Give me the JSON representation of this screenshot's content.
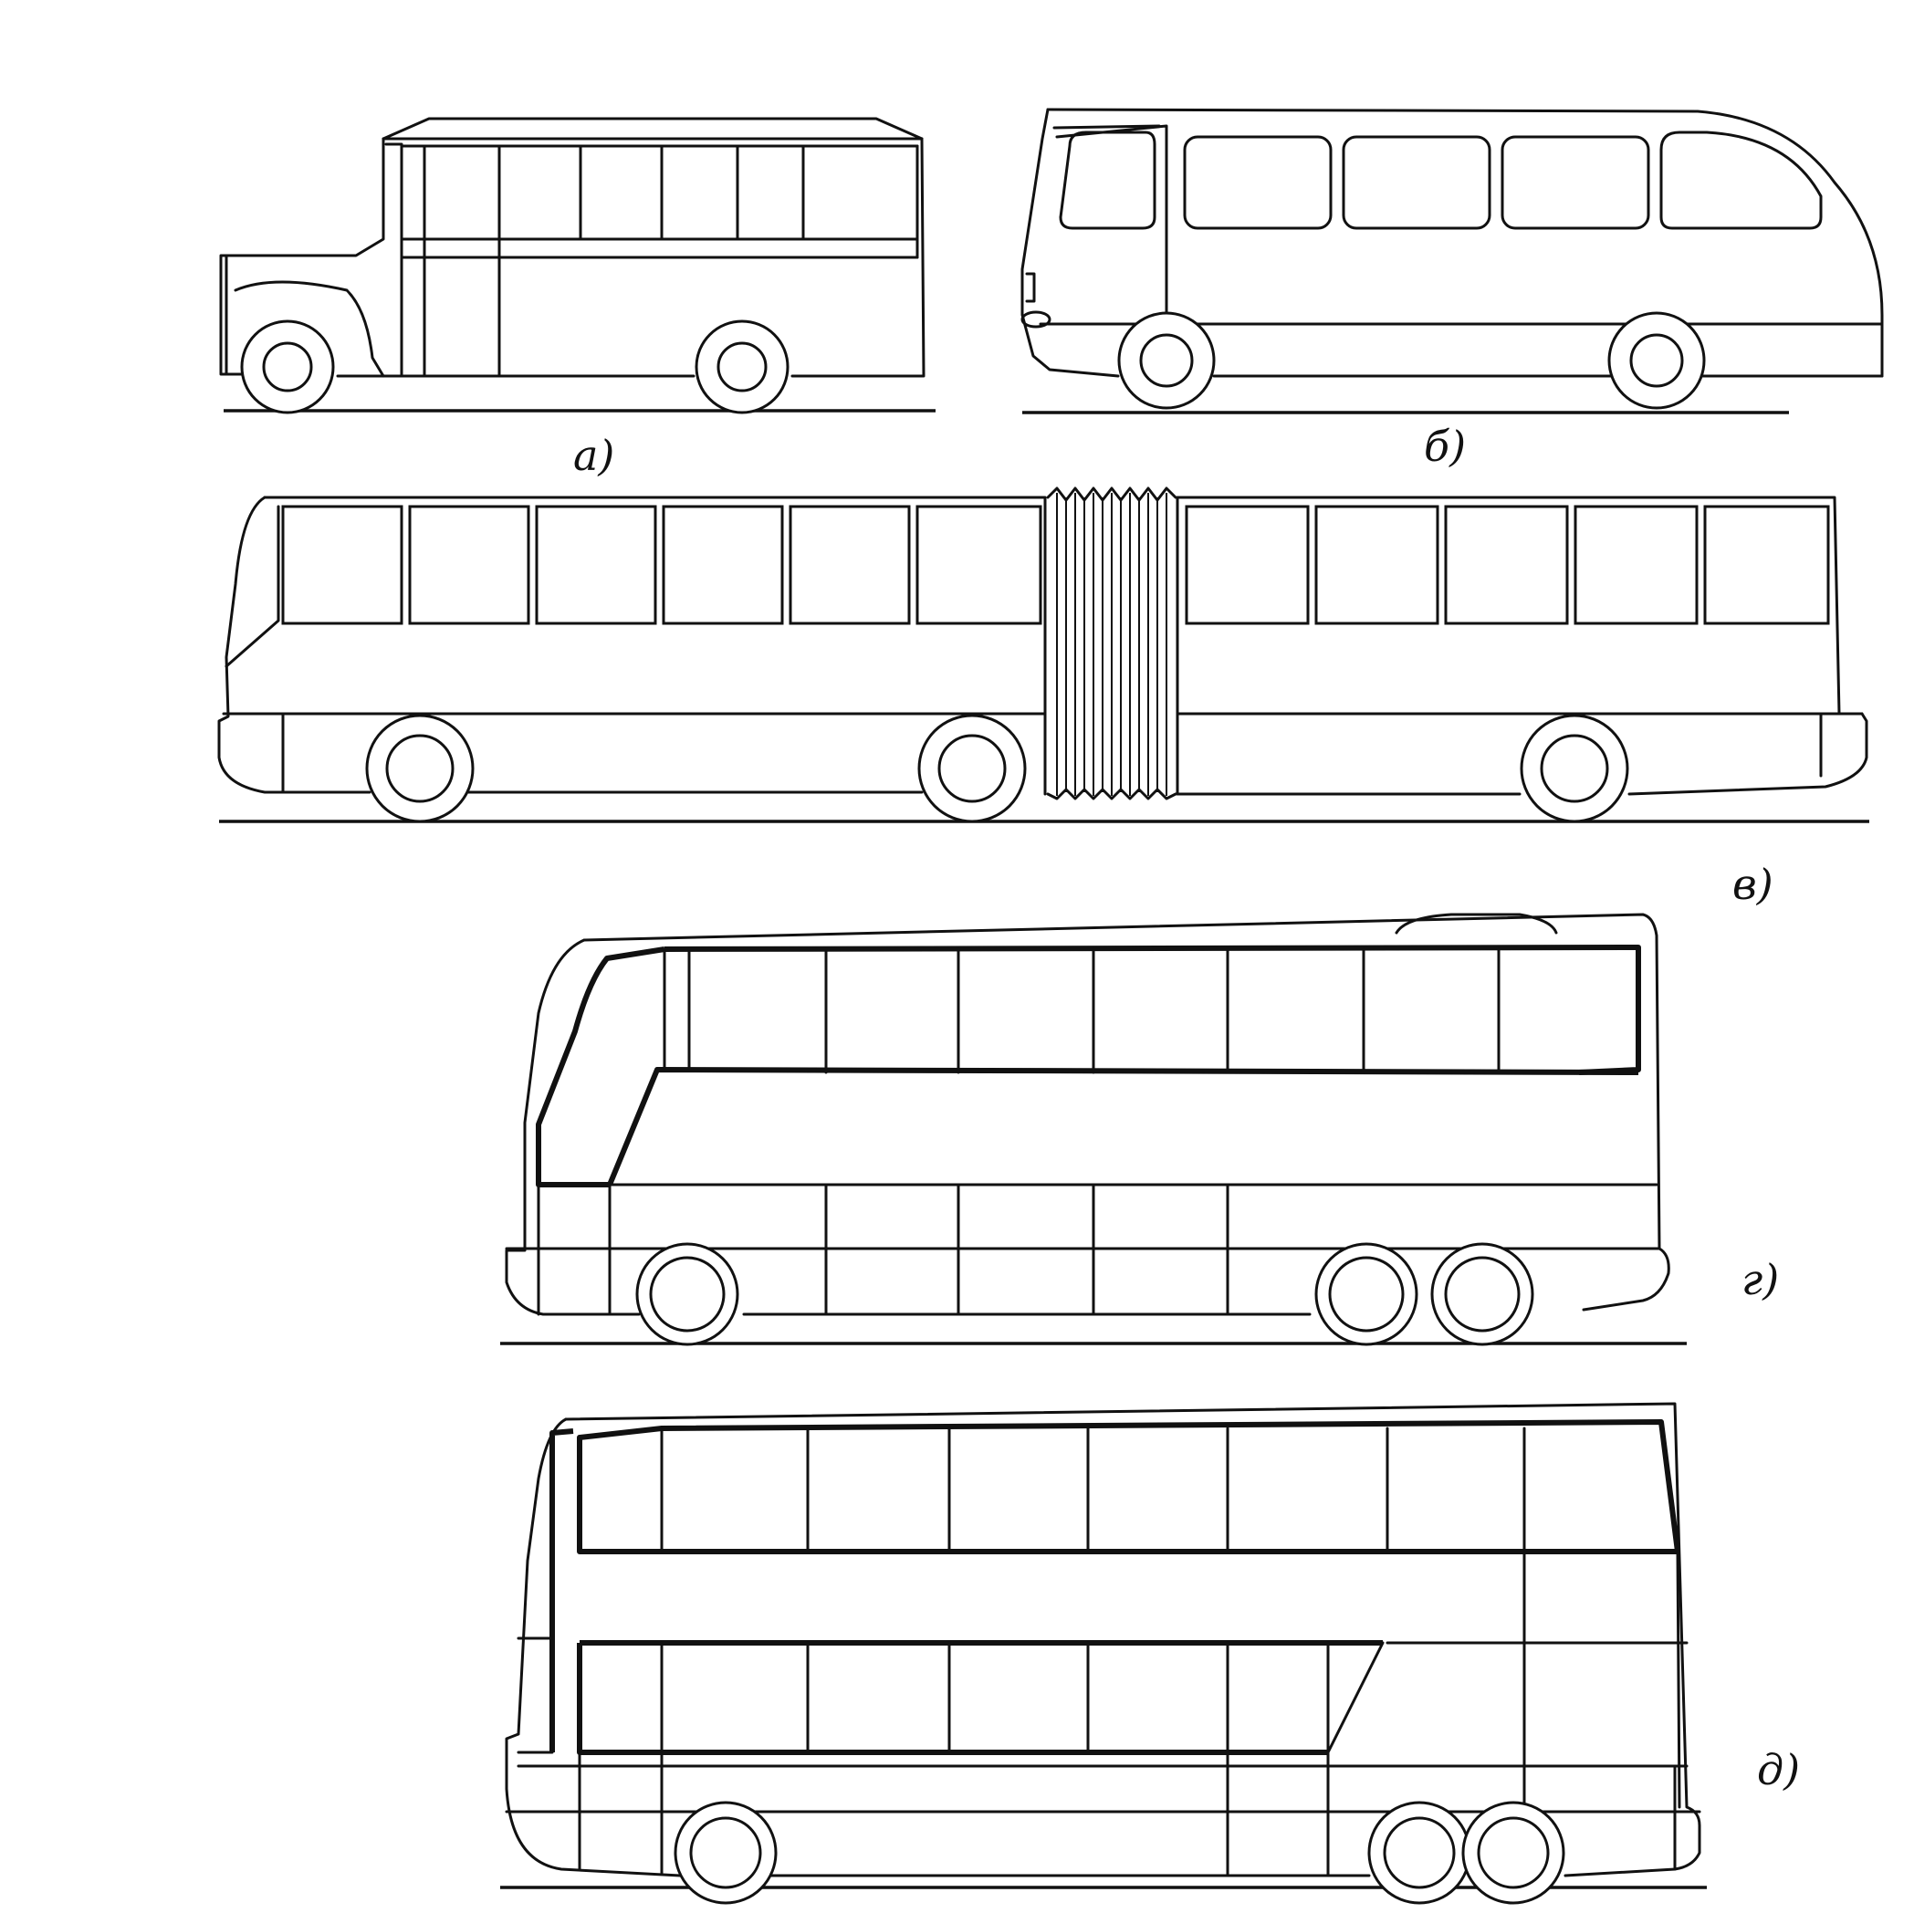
{
  "labels": {
    "a": "а)",
    "b": "б)",
    "v": "в)",
    "g": "г)",
    "d": "д)"
  },
  "colors": {
    "line": "#111111",
    "background": "#ffffff"
  }
}
